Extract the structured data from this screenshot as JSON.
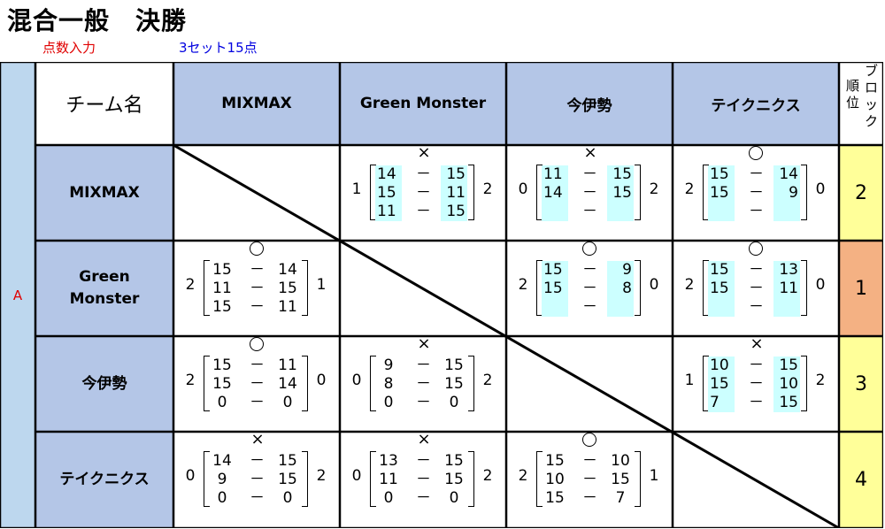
{
  "title": "混合一般　決勝",
  "subtitle_left": "点数入力",
  "subtitle_right": "3セット15点",
  "block_label": "A",
  "header": {
    "team_name": "チーム名",
    "teams": [
      "MIXMAX",
      "Green Monster",
      "今伊勢",
      "テイクニクス"
    ],
    "rank_chars": [
      "ブ",
      "ロ",
      "ッ",
      "ク",
      "順",
      "位"
    ]
  },
  "rows": [
    {
      "name": "MIXMAX",
      "rank": "2",
      "rank_color": "#ffff99"
    },
    {
      "name": "Green\nMonster",
      "rank": "1",
      "rank_color": "#f4b183"
    },
    {
      "name": "今伊勢",
      "rank": "3",
      "rank_color": "#ffff99"
    },
    {
      "name": "テイクニクス",
      "rank": "4",
      "rank_color": "#ffff99"
    }
  ],
  "matches": [
    {
      "row": 0,
      "col": 1,
      "mark": "×",
      "won": "1",
      "lost": "2",
      "sets": [
        [
          "14",
          "15"
        ],
        [
          "15",
          "11"
        ],
        [
          "11",
          "15"
        ]
      ],
      "highlight": true
    },
    {
      "row": 0,
      "col": 2,
      "mark": "×",
      "won": "0",
      "lost": "2",
      "sets": [
        [
          "11",
          "15"
        ],
        [
          "14",
          "15"
        ],
        [
          "",
          ""
        ]
      ],
      "highlight": true
    },
    {
      "row": 0,
      "col": 3,
      "mark": "○",
      "won": "2",
      "lost": "0",
      "sets": [
        [
          "15",
          "14"
        ],
        [
          "15",
          "9"
        ],
        [
          "",
          ""
        ]
      ],
      "highlight": true
    },
    {
      "row": 1,
      "col": 0,
      "mark": "○",
      "won": "2",
      "lost": "1",
      "sets": [
        [
          "15",
          "14"
        ],
        [
          "11",
          "15"
        ],
        [
          "15",
          "11"
        ]
      ],
      "highlight": false
    },
    {
      "row": 1,
      "col": 2,
      "mark": "○",
      "won": "2",
      "lost": "0",
      "sets": [
        [
          "15",
          "9"
        ],
        [
          "15",
          "8"
        ],
        [
          "",
          ""
        ]
      ],
      "highlight": true
    },
    {
      "row": 1,
      "col": 3,
      "mark": "○",
      "won": "2",
      "lost": "0",
      "sets": [
        [
          "15",
          "13"
        ],
        [
          "15",
          "11"
        ],
        [
          "",
          ""
        ]
      ],
      "highlight": true
    },
    {
      "row": 2,
      "col": 0,
      "mark": "○",
      "won": "2",
      "lost": "0",
      "sets": [
        [
          "15",
          "11"
        ],
        [
          "15",
          "14"
        ],
        [
          "0",
          "0"
        ]
      ],
      "highlight": false
    },
    {
      "row": 2,
      "col": 1,
      "mark": "×",
      "won": "0",
      "lost": "2",
      "sets": [
        [
          "9",
          "15"
        ],
        [
          "8",
          "15"
        ],
        [
          "0",
          "0"
        ]
      ],
      "highlight": false
    },
    {
      "row": 2,
      "col": 3,
      "mark": "×",
      "won": "1",
      "lost": "2",
      "sets": [
        [
          "10",
          "15"
        ],
        [
          "15",
          "10"
        ],
        [
          "7",
          "15"
        ]
      ],
      "highlight": true
    },
    {
      "row": 3,
      "col": 0,
      "mark": "×",
      "won": "0",
      "lost": "2",
      "sets": [
        [
          "14",
          "15"
        ],
        [
          "9",
          "15"
        ],
        [
          "0",
          "0"
        ]
      ],
      "highlight": false
    },
    {
      "row": 3,
      "col": 1,
      "mark": "×",
      "won": "0",
      "lost": "2",
      "sets": [
        [
          "13",
          "15"
        ],
        [
          "11",
          "15"
        ],
        [
          "0",
          "0"
        ]
      ],
      "highlight": false
    },
    {
      "row": 3,
      "col": 2,
      "mark": "○",
      "won": "2",
      "lost": "1",
      "sets": [
        [
          "15",
          "10"
        ],
        [
          "10",
          "15"
        ],
        [
          "15",
          "7"
        ]
      ],
      "highlight": false
    }
  ],
  "colors": {
    "header_blue": "#b4c6e7",
    "block_blue": "#bdd7ee",
    "score_highlight": "#ccffff",
    "rank_yellow": "#ffff99",
    "rank_orange": "#f4b183",
    "subtitle_red": "#e00000",
    "subtitle_blue": "#0000e0"
  }
}
